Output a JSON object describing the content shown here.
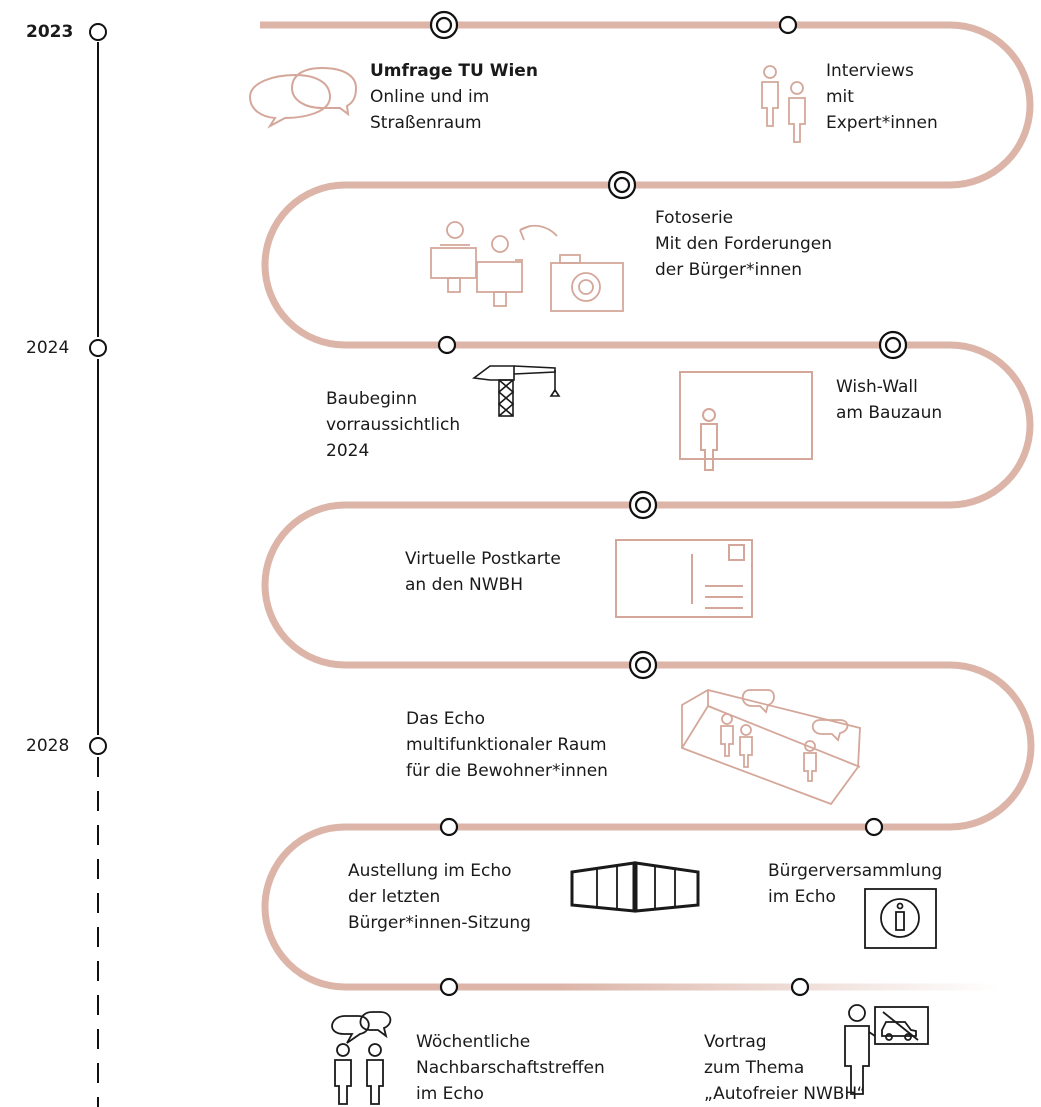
{
  "years": [
    {
      "label": "2023",
      "bold": true
    },
    {
      "label": "2024",
      "bold": false
    },
    {
      "label": "2028",
      "bold": false
    }
  ],
  "colors": {
    "path": "#dcb5a8",
    "icon": "#d4a79a",
    "ink": "#1a1a1a",
    "line": "#111111"
  },
  "events": {
    "umfrage": {
      "title": "Umfrage TU Wien",
      "lines": [
        "Online und im",
        "Straßenraum"
      ],
      "icon": "speech-bubbles-icon"
    },
    "interviews": {
      "title": "Interviews",
      "lines": [
        "mit",
        "Expert*innen"
      ],
      "icon": "two-persons-icon"
    },
    "fotoserie": {
      "title": "Fotoserie",
      "lines": [
        "Mit den Forderungen",
        "der Bürger*innen"
      ],
      "icon": "camera-icon"
    },
    "baubeginn": {
      "title": "Baubeginn",
      "lines": [
        "vorraussichtlich",
        "2024"
      ],
      "icon": "crane-icon"
    },
    "wishwall": {
      "title": "Wish-Wall",
      "lines": [
        "am Bauzaun"
      ],
      "icon": "wall-icon"
    },
    "postkarte": {
      "title": "Virtuelle Postkarte",
      "lines": [
        "an den NWBH"
      ],
      "icon": "postcard-icon"
    },
    "echo": {
      "title": "Das Echo",
      "lines": [
        "multifunktionaler Raum",
        "für die Bewohner*innen"
      ],
      "icon": "room-icon"
    },
    "austellung": {
      "title": "Austellung im Echo",
      "lines": [
        "der letzten",
        "Bürger*innen-Sitzung"
      ],
      "icon": "exhibition-icon"
    },
    "versammlung": {
      "title": "Bürgerversammlung",
      "lines": [
        "im Echo"
      ],
      "icon": "info-icon"
    },
    "treffen": {
      "title": "Wöchentliche",
      "lines": [
        "Nachbarschaftstreffen",
        "im Echo"
      ],
      "icon": "neighbours-icon"
    },
    "vortrag": {
      "title": "Vortrag",
      "lines": [
        "zum Thema",
        "„Autofreier NWBH“"
      ],
      "icon": "presenter-car-icon"
    }
  }
}
